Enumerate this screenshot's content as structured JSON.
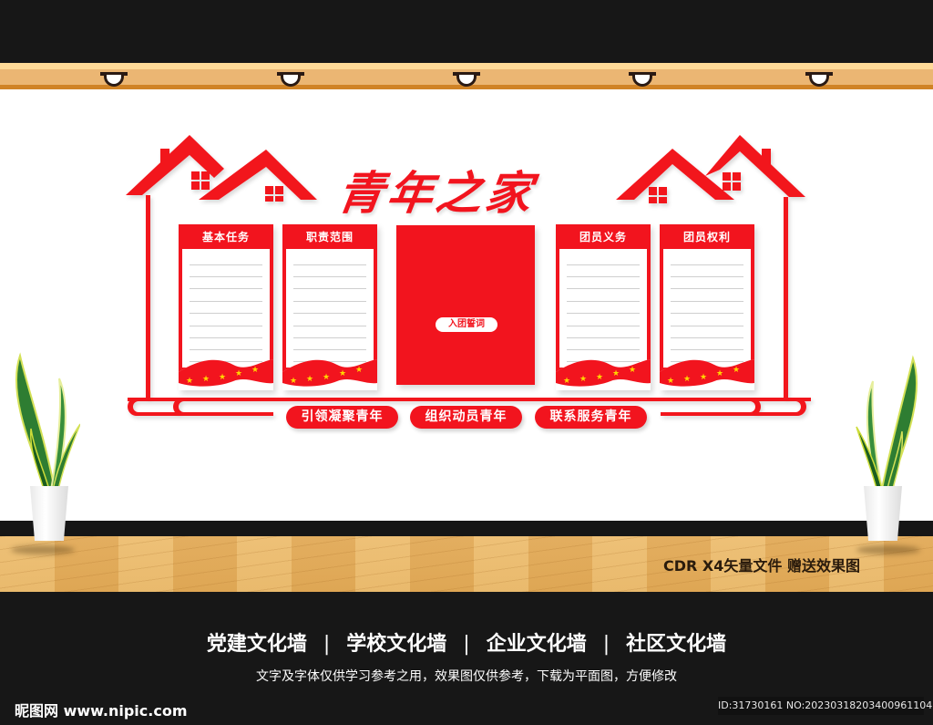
{
  "wall": {
    "title": "青年之家",
    "panels": [
      {
        "label": "基本任务"
      },
      {
        "label": "职责范围"
      },
      {
        "label": "团员义务"
      },
      {
        "label": "团员权利"
      }
    ],
    "center_board": {
      "label": "入团誓词"
    },
    "slogans": [
      "引领凝聚青年",
      "组织动员青年",
      "联系服务青年"
    ]
  },
  "colors": {
    "brand_red": "#f2141e",
    "star_yellow": "#ffd700",
    "ceiling_wood": "#ebb673",
    "floor_wood": "#e5b060",
    "dark_band": "#171717"
  },
  "floor_note": "CDR X4矢量文件  赠送效果图",
  "footer": {
    "categories": [
      "党建文化墙",
      "学校文化墙",
      "企业文化墙",
      "社区文化墙"
    ],
    "separator": "|",
    "disclaimer": "文字及字体仅供学习参考之用，效果图仅供参考，下载为平面图，方便修改",
    "watermark_logo": "昵图网 www.nipic.com",
    "image_id": "ID:31730161 NO:20230318203400961104"
  },
  "icons": {
    "lamp": "ceiling-spotlight-icon",
    "house": "house-roof-icon",
    "window": "window-grid-icon",
    "star": "star-icon",
    "plant": "potted-snake-plant"
  }
}
